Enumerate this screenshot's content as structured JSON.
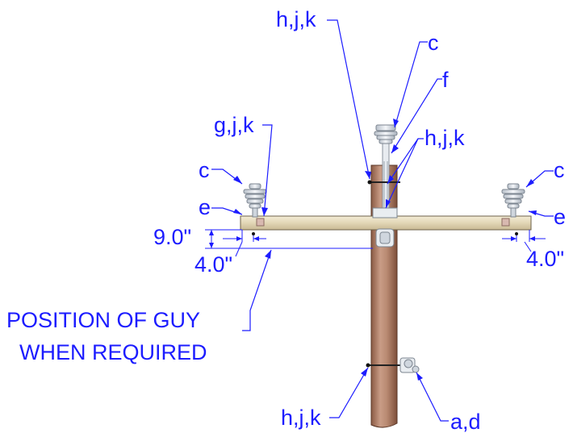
{
  "labels": {
    "hjk_top": "h,j,k",
    "c_top": "c",
    "f": "f",
    "hjk_mid": "h,j,k",
    "gjk": "g,j,k",
    "c_left": "c",
    "e_left": "e",
    "c_right": "c",
    "e_right": "e",
    "dim_9": "9.0\"",
    "dim_4_left": "4.0\"",
    "dim_4_right": "4.0\"",
    "guy_line1": "POSITION OF GUY",
    "guy_line2": "WHEN REQUIRED",
    "hjk_bottom": "h,j,k",
    "ad": "a,d"
  },
  "colors": {
    "label": "#1c1cff",
    "pole": "#b98a72",
    "crossarm": "#e6dcc0",
    "insulator": "#dde3ea"
  }
}
